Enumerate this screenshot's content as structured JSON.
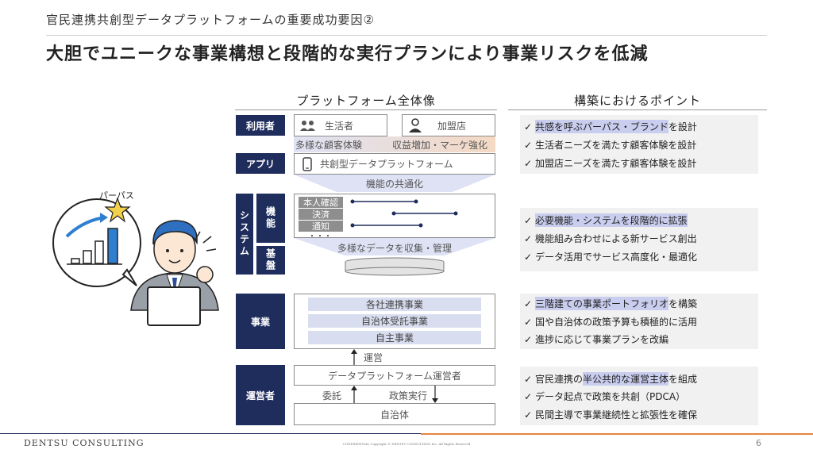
{
  "header": {
    "subtitle": "官民連携共創型データプラットフォームの重要成功要因②",
    "title": "大胆でユニークな事業構想と段階的な実行プランにより事業リスクを低減"
  },
  "illustration": {
    "bubble_label": "パーパス"
  },
  "diagram": {
    "heading": "プラットフォーム全体像",
    "labels": {
      "users": "利用者",
      "app": "アプリ",
      "system": "システム",
      "function": "機能",
      "base": "基盤",
      "business": "事業",
      "operator": "運営者"
    },
    "users": {
      "consumer": "生活者",
      "merchant": "加盟店",
      "consumer_value": "多様な顧客体験",
      "merchant_value": "収益増加・マーケ強化"
    },
    "app_box": "共創型データプラットフォーム",
    "common_function": "機能の共通化",
    "function_tags": [
      "本人確認",
      "決済",
      "通知"
    ],
    "ellipsis": "・・・",
    "collect": "多様なデータを収集・管理",
    "business_items": [
      "各社連携事業",
      "自治体受託事業",
      "自主事業"
    ],
    "operate": "運営",
    "operator_box": "データプラットフォーム運営者",
    "entrust": "委託",
    "policy": "政策実行",
    "municipality": "自治体"
  },
  "points": {
    "heading": "構築におけるポイント",
    "groups": [
      [
        {
          "hl": "共感を呼ぶパーパス・ブランド",
          "rest": "を設計"
        },
        {
          "hl": "",
          "rest": "生活者ニーズを満たす顧客体験を設計"
        },
        {
          "hl": "",
          "rest": "加盟店ニーズを満たす顧客体験を設計"
        }
      ],
      [
        {
          "hl": "必要機能・システムを段階的に拡張",
          "rest": ""
        },
        {
          "hl": "",
          "rest": "機能組み合わせによる新サービス創出"
        },
        {
          "hl": "",
          "rest": "データ活用でサービス高度化・最適化"
        }
      ],
      [
        {
          "hl": "三階建ての事業ポートフォリオ",
          "rest": "を構築"
        },
        {
          "hl": "",
          "rest": "国や自治体の政策予算も積極的に活用"
        },
        {
          "hl": "",
          "rest": "進捗に応じて事業プランを改編"
        }
      ],
      [
        {
          "pre": "官民連携の",
          "hl": "半公共的な運営主体",
          "rest": "を組成"
        },
        {
          "hl": "",
          "rest": "データ起点で政策を共創（PDCA）"
        },
        {
          "hl": "",
          "rest": "民間主導で事業継続性と拡張性を確保"
        }
      ]
    ],
    "check": "✓"
  },
  "footer": {
    "logo": "DENTSU CONSULTING",
    "confidential": "CONFIDENTIAL Copyright © DENTSU CONSULTING Inc. All Rights Reserved",
    "page": "6"
  },
  "colors": {
    "navy": "#1f2d5c",
    "highlight": "#c9cdee",
    "chip": "#d9ddf0",
    "accent_orange": "#e8833a"
  }
}
